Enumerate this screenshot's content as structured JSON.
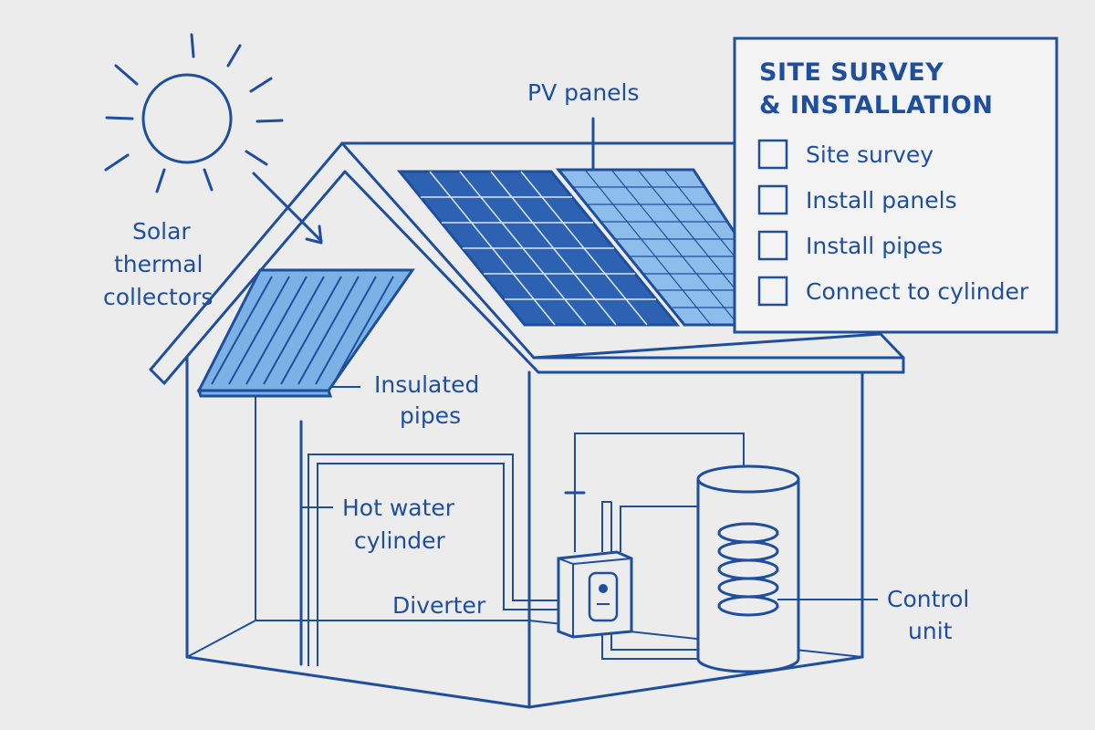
{
  "checklist": {
    "title_line1": "SITE SURVEY",
    "title_line2": "& INSTALLATION",
    "items": [
      {
        "label": "Site survey",
        "checked": false
      },
      {
        "label": "Install panels",
        "checked": false
      },
      {
        "label": "Install pipes",
        "checked": false
      },
      {
        "label": "Connect to cylinder",
        "checked": false
      }
    ]
  },
  "labels": {
    "pv_panels": "PV panels",
    "solar_thermal_1": "Solar",
    "solar_thermal_2": "thermal",
    "solar_thermal_3": "collectors",
    "insulated_pipes_1": "Insulated",
    "insulated_pipes_2": "pipes",
    "hot_water_1": "Hot water",
    "hot_water_2": "cylinder",
    "diverter": "Diverter",
    "control_unit_1": "Control",
    "control_unit_2": "unit"
  },
  "colors": {
    "line": "#1f4f9c",
    "pv_dark": "#2d62b3",
    "pv_light": "#8fbdeb",
    "thermal": "#7cb1e6",
    "background": "#ececec"
  }
}
